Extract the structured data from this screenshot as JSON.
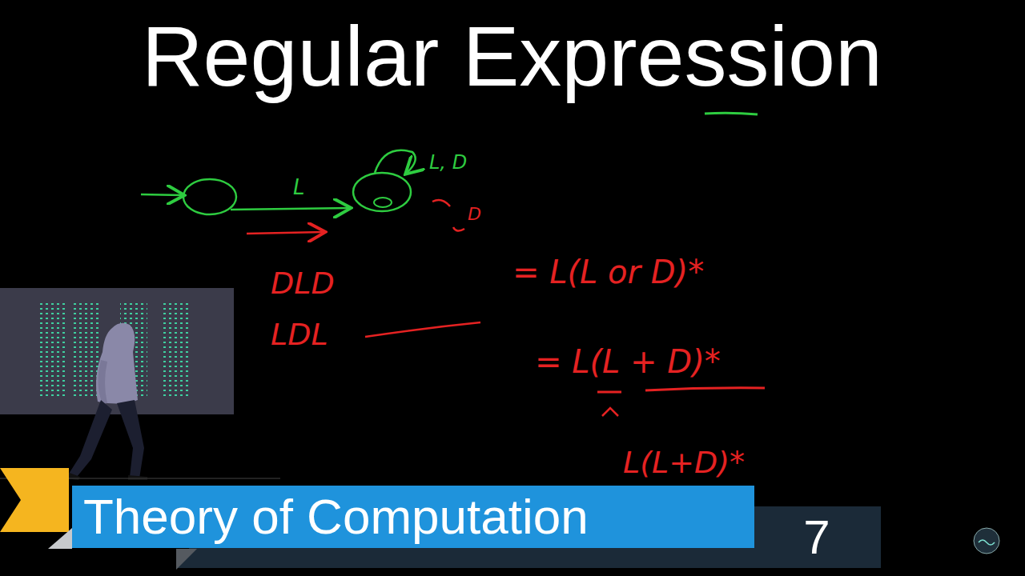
{
  "diagram": {
    "title": "Regular Expression",
    "nodes": [
      {
        "text": [
          "Theory of Computation"
        ]
      },
      {
        "text": [
          "7"
        ]
      }
    ],
    "labels": [
      "L",
      "L, D",
      "D",
      "DLD",
      "LDL",
      "= L(L or D)*",
      "= L(L + D)*",
      "L(L+D)*"
    ]
  }
}
